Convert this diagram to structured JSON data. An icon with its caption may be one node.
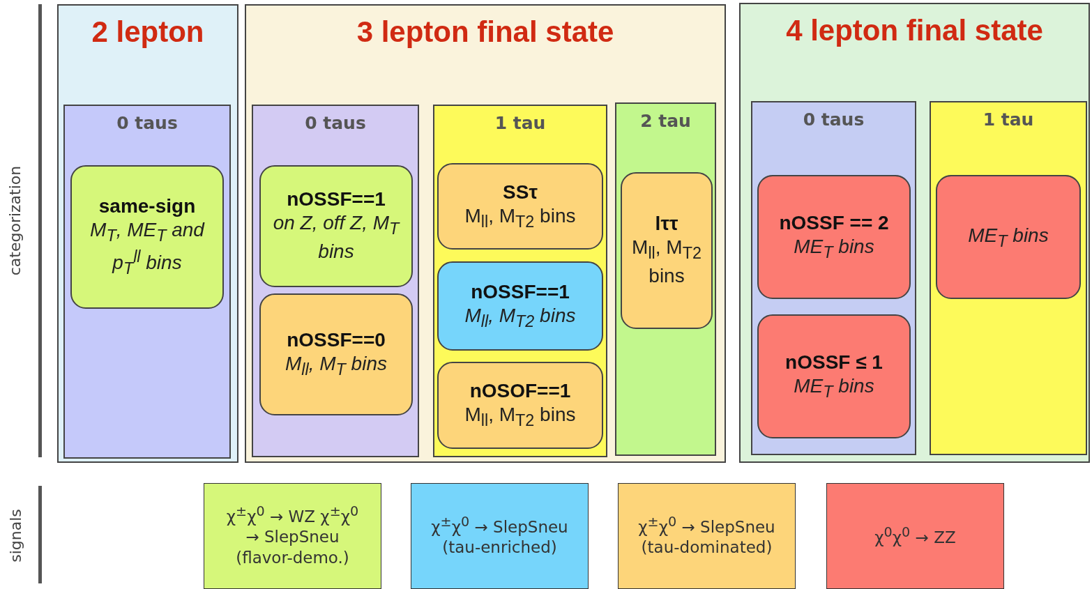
{
  "diagram": {
    "nodes": [
      {
        "text": [
          "2 lepton"
        ]
      },
      {
        "text": [
          "0 taus"
        ],
        "in": 0
      },
      {
        "text": [
          "same-sign",
          "M$_{T}$, ME$_{T}$ and p$_{T}$$^{ll}$ bins"
        ],
        "in": 1
      },
      {
        "text": [
          "3 lepton final state"
        ]
      },
      {
        "text": [
          "0 taus"
        ],
        "in": 3
      },
      {
        "text": [
          "nOSSF==1",
          "on Z, off Z, M$_{T}$ bins"
        ],
        "in": 4
      },
      {
        "text": [
          "nOSSF==0",
          "M$_{ll}$, M$_{T}$ bins"
        ],
        "in": 4
      },
      {
        "text": [
          "1 tau"
        ],
        "in": 3
      },
      {
        "text": [
          "SSτ",
          "M$_{ll}$, M$_{T2}$ bins"
        ],
        "in": 7
      },
      {
        "text": [
          "nOSSF==1",
          "M$_{ll}$, M$_{T2}$ bins"
        ],
        "in": 7
      },
      {
        "text": [
          "nOSOF==1",
          "M$_{ll}$, M$_{T2}$ bins"
        ],
        "in": 7
      },
      {
        "text": [
          "2 tau"
        ],
        "in": 3
      },
      {
        "text": [
          "lττ",
          "M$_{ll}$, M$_{T2}$ bins"
        ],
        "in": 11
      },
      {
        "text": [
          "4 lepton final state"
        ]
      },
      {
        "text": [
          "0 taus"
        ],
        "in": 13
      },
      {
        "text": [
          "nOSSF == 2",
          "ME$_{T}$ bins"
        ],
        "in": 14
      },
      {
        "text": [
          "nOSSF ≤ 1",
          "ME$_{T}$ bins"
        ],
        "in": 14
      },
      {
        "text": [
          "1 tau"
        ],
        "in": 13
      },
      {
        "text": [
          "ME$_{T}$ bins"
        ],
        "in": 17
      },
      {
        "text": [
          "χ$^{±}$χ$^{0}$ → WZ χ$^{±}$χ$^{0}$ → SlepSneu (flavor-demo.)"
        ]
      },
      {
        "text": [
          "χ$^{±}$χ$^{0}$ → SlepSneu (tau-enriched)"
        ]
      },
      {
        "text": [
          "χ$^{±}$χ$^{0}$ → SlepSneu (tau-dominated)"
        ]
      },
      {
        "text": [
          "χ$^{0}$χ$^{0}$ → ZZ"
        ]
      }
    ],
    "labels": [
      "categorization",
      "signals"
    ]
  }
}
